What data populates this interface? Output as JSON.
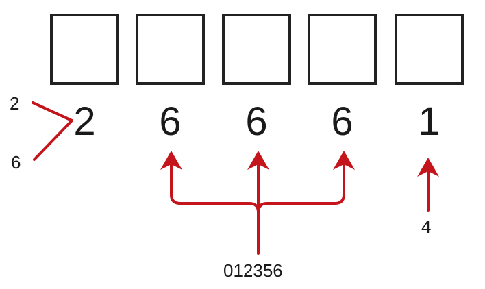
{
  "digits": [
    "2",
    "6",
    "6",
    "6",
    "1"
  ],
  "annotations": {
    "top_left": "2",
    "bottom_left": "6",
    "shared_label": "012356",
    "last_label": "4"
  },
  "colors": {
    "arrow": "#c4141c",
    "box": "#222222",
    "text": "#1a1a1a"
  }
}
